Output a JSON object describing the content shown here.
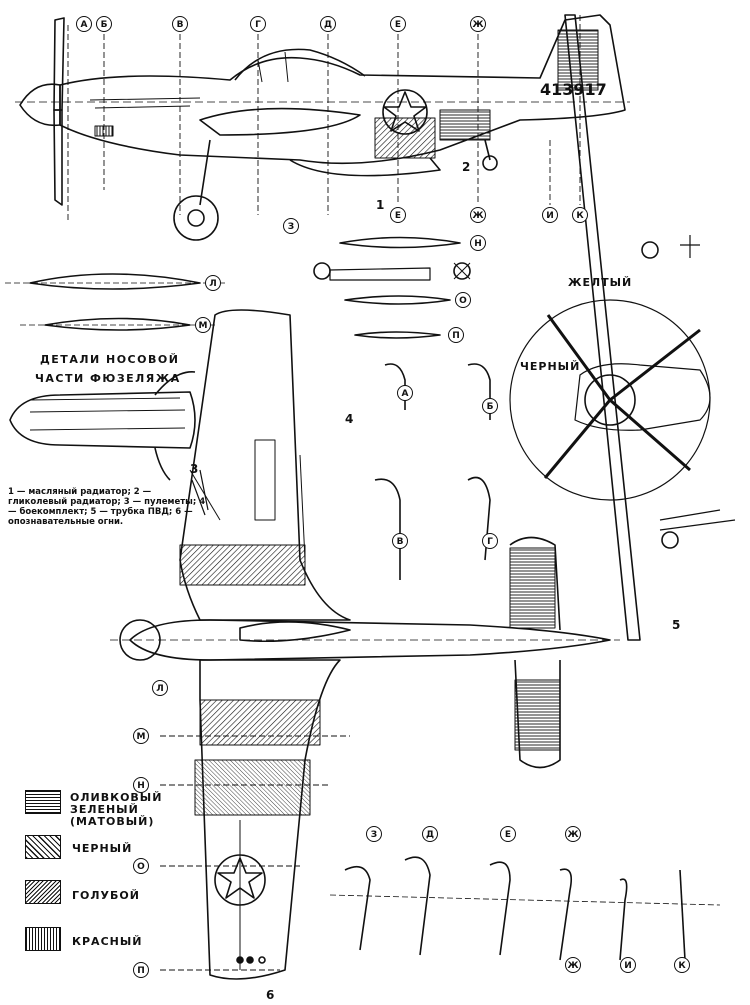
{
  "caption": {
    "line1": "ДЕТАЛИ НОСОВОЙ",
    "line2": "ЧАСТИ ФЮЗЕЛЯЖА"
  },
  "notes": "1 — масляный радиатор; 2 — гликолевый радиатор; 3 — пулеметы; 4 — боекомплект; 5 — трубка ПВД; 6 — опознавательные огни.",
  "serial": "413917",
  "color_callouts": {
    "yellow": "ЖЕЛТЫЙ",
    "black": "ЧЕРНЫЙ"
  },
  "legend": [
    {
      "label": "ОЛИВКОВЫЙ ЗЕЛЕНЫЙ (МАТОВЫЙ)",
      "pattern": "horizontal-hatch"
    },
    {
      "label": "ЧЕРНЫЙ",
      "pattern": "diagonal-hatch"
    },
    {
      "label": "ГОЛУБОЙ",
      "pattern": "cross-diagonal-hatch"
    },
    {
      "label": "КРАСНЫЙ",
      "pattern": "vertical-hatch"
    }
  ],
  "section_marks": {
    "top": [
      "А",
      "Б",
      "В",
      "Г",
      "Д",
      "Е",
      "Ж"
    ],
    "bottom_side": [
      "З",
      "Е",
      "Ж",
      "И",
      "К"
    ],
    "profiles": [
      "Л",
      "М",
      "Н",
      "О",
      "П"
    ],
    "front_view": [
      "А",
      "Б",
      "В",
      "Г"
    ],
    "plan_left": [
      "Л",
      "М",
      "Н",
      "О",
      "П"
    ],
    "bottom_row": [
      "З",
      "Д",
      "Е",
      "Ж",
      "Ж",
      "И",
      "К"
    ]
  },
  "callout_numbers": [
    "1",
    "2",
    "3",
    "4",
    "5",
    "6"
  ]
}
